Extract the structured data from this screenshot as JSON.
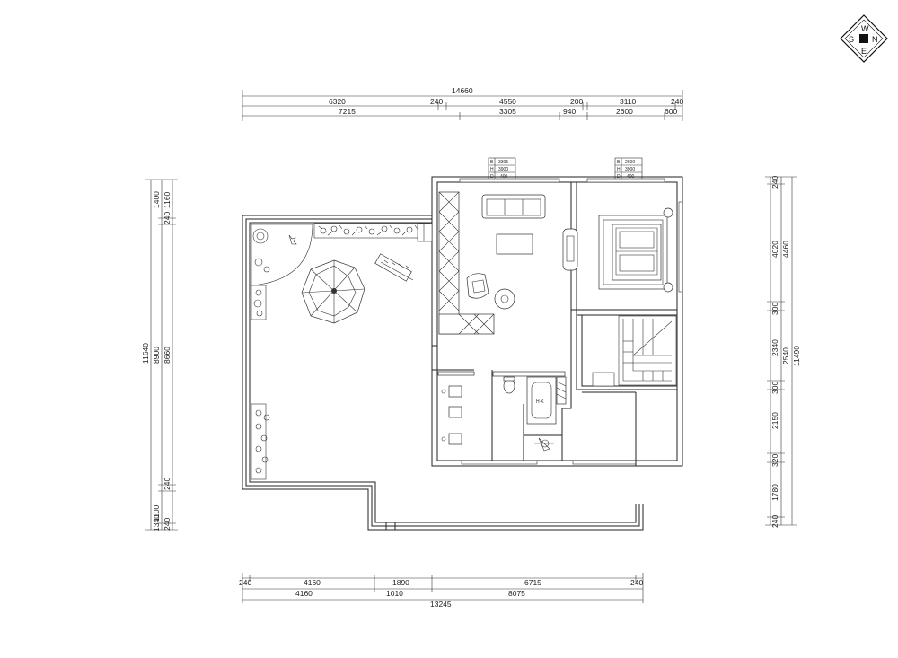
{
  "compass": {
    "n": "N",
    "s": "S",
    "e": "E",
    "w": "W"
  },
  "dims": {
    "top_total": "14660",
    "top_row1": [
      "6320",
      "240",
      "4550",
      "200",
      "3110",
      "240"
    ],
    "top_row2": [
      "7215",
      "3305",
      "940",
      "2600",
      "600"
    ],
    "bottom_row1": [
      "240",
      "4160",
      "1890",
      "6715",
      "240"
    ],
    "bottom_row2": [
      "4160",
      "1010",
      "8075"
    ],
    "bottom_total": "13245",
    "left_outer": [
      "1400",
      "240",
      "1160",
      "11640",
      "8900",
      "8660",
      "240",
      "1100",
      "240",
      "1340"
    ],
    "right_outer": [
      "240",
      "4020",
      "4460",
      "300",
      "2340",
      "2540",
      "11490",
      "300",
      "2150",
      "320",
      "1780",
      "240"
    ]
  },
  "window_tables": [
    {
      "rows": [
        [
          "B",
          "3305"
        ],
        [
          "H",
          "3900"
        ],
        [
          "D",
          "400"
        ]
      ]
    },
    {
      "rows": [
        [
          "B",
          "2600"
        ],
        [
          "H",
          "3900"
        ],
        [
          "D",
          "400"
        ]
      ]
    }
  ],
  "labels": {
    "bathtub_mark": "H·K"
  }
}
